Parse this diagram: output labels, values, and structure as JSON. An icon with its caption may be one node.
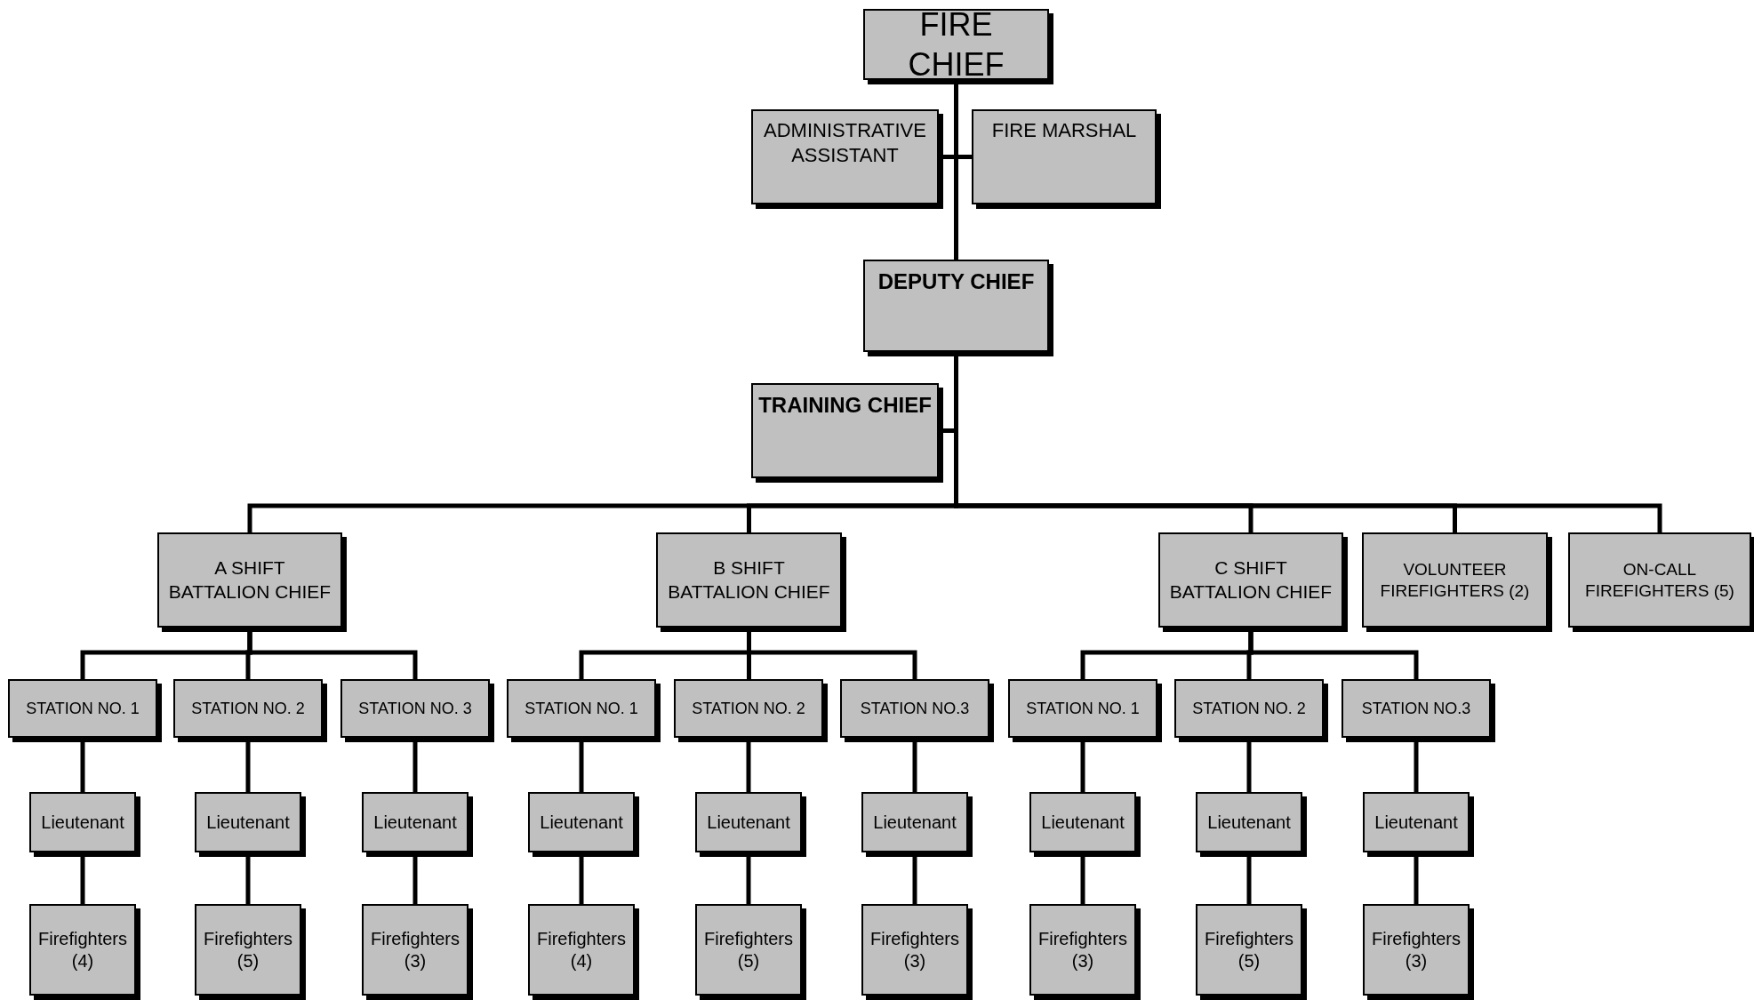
{
  "diagram": {
    "nodes": [
      {
        "text": [
          "FIRE CHIEF"
        ]
      },
      {
        "text": [
          "ADMINISTRATIVE ASSISTANT"
        ]
      },
      {
        "text": [
          "FIRE MARSHAL"
        ]
      },
      {
        "text": [
          "DEPUTY CHIEF"
        ]
      },
      {
        "text": [
          "TRAINING CHIEF"
        ]
      },
      {
        "text": [
          "A SHIFT BATTALION CHIEF"
        ]
      },
      {
        "text": [
          "B SHIFT BATTALION CHIEF"
        ]
      },
      {
        "text": [
          "C SHIFT BATTALION CHIEF"
        ]
      },
      {
        "text": [
          "VOLUNTEER FIREFIGHTERS (2)"
        ]
      },
      {
        "text": [
          "ON-CALL FIREFIGHTERS (5)"
        ]
      },
      {
        "text": [
          "STATION NO. 1"
        ]
      },
      {
        "text": [
          "STATION NO. 2"
        ]
      },
      {
        "text": [
          "STATION NO. 3"
        ]
      },
      {
        "text": [
          "STATION NO. 1"
        ]
      },
      {
        "text": [
          "STATION NO. 2"
        ]
      },
      {
        "text": [
          "STATION NO.3"
        ]
      },
      {
        "text": [
          "STATION NO. 1"
        ]
      },
      {
        "text": [
          "STATION NO. 2"
        ]
      },
      {
        "text": [
          "STATION NO.3"
        ]
      },
      {
        "text": [
          "Lieutenant"
        ]
      },
      {
        "text": [
          "Lieutenant"
        ]
      },
      {
        "text": [
          "Lieutenant"
        ]
      },
      {
        "text": [
          "Lieutenant"
        ]
      },
      {
        "text": [
          "Lieutenant"
        ]
      },
      {
        "text": [
          "Lieutenant"
        ]
      },
      {
        "text": [
          "Lieutenant"
        ]
      },
      {
        "text": [
          "Lieutenant"
        ]
      },
      {
        "text": [
          "Lieutenant"
        ]
      },
      {
        "text": [
          "Firefighters (4)"
        ]
      },
      {
        "text": [
          "Firefighters (5)"
        ]
      },
      {
        "text": [
          "Firefighters (3)"
        ]
      },
      {
        "text": [
          "Firefighters (4)"
        ]
      },
      {
        "text": [
          "Firefighters (5)"
        ]
      },
      {
        "text": [
          "Firefighters (3)"
        ]
      },
      {
        "text": [
          "Firefighters (3)"
        ]
      },
      {
        "text": [
          "Firefighters (5)"
        ]
      },
      {
        "text": [
          "Firefighters (3)"
        ]
      }
    ],
    "edges": [
      {
        "from": 0,
        "to": 1,
        "arrow": "none"
      },
      {
        "from": 0,
        "to": 2,
        "arrow": "none"
      },
      {
        "from": 0,
        "to": 3,
        "arrow": "none"
      },
      {
        "from": 3,
        "to": 4,
        "arrow": "none"
      },
      {
        "from": 3,
        "to": 5,
        "arrow": "none"
      },
      {
        "from": 3,
        "to": 6,
        "arrow": "none"
      },
      {
        "from": 3,
        "to": 7,
        "arrow": "none"
      },
      {
        "from": 3,
        "to": 8,
        "arrow": "none"
      },
      {
        "from": 3,
        "to": 9,
        "arrow": "none"
      },
      {
        "from": 5,
        "to": 10,
        "arrow": "none"
      },
      {
        "from": 5,
        "to": 11,
        "arrow": "none"
      },
      {
        "from": 5,
        "to": 12,
        "arrow": "none"
      },
      {
        "from": 6,
        "to": 13,
        "arrow": "none"
      },
      {
        "from": 6,
        "to": 14,
        "arrow": "none"
      },
      {
        "from": 6,
        "to": 15,
        "arrow": "none"
      },
      {
        "from": 7,
        "to": 16,
        "arrow": "none"
      },
      {
        "from": 7,
        "to": 17,
        "arrow": "none"
      },
      {
        "from": 7,
        "to": 18,
        "arrow": "none"
      },
      {
        "from": 10,
        "to": 19,
        "arrow": "none"
      },
      {
        "from": 11,
        "to": 20,
        "arrow": "none"
      },
      {
        "from": 12,
        "to": 21,
        "arrow": "none"
      },
      {
        "from": 13,
        "to": 22,
        "arrow": "none"
      },
      {
        "from": 14,
        "to": 23,
        "arrow": "none"
      },
      {
        "from": 15,
        "to": 24,
        "arrow": "none"
      },
      {
        "from": 16,
        "to": 25,
        "arrow": "none"
      },
      {
        "from": 17,
        "to": 26,
        "arrow": "none"
      },
      {
        "from": 18,
        "to": 27,
        "arrow": "none"
      },
      {
        "from": 19,
        "to": 28,
        "arrow": "none"
      },
      {
        "from": 20,
        "to": 29,
        "arrow": "none"
      },
      {
        "from": 21,
        "to": 30,
        "arrow": "none"
      },
      {
        "from": 22,
        "to": 31,
        "arrow": "none"
      },
      {
        "from": 23,
        "to": 32,
        "arrow": "none"
      },
      {
        "from": 24,
        "to": 33,
        "arrow": "none"
      },
      {
        "from": 25,
        "to": 34,
        "arrow": "none"
      },
      {
        "from": 26,
        "to": 35,
        "arrow": "none"
      },
      {
        "from": 27,
        "to": 36,
        "arrow": "none"
      }
    ]
  }
}
